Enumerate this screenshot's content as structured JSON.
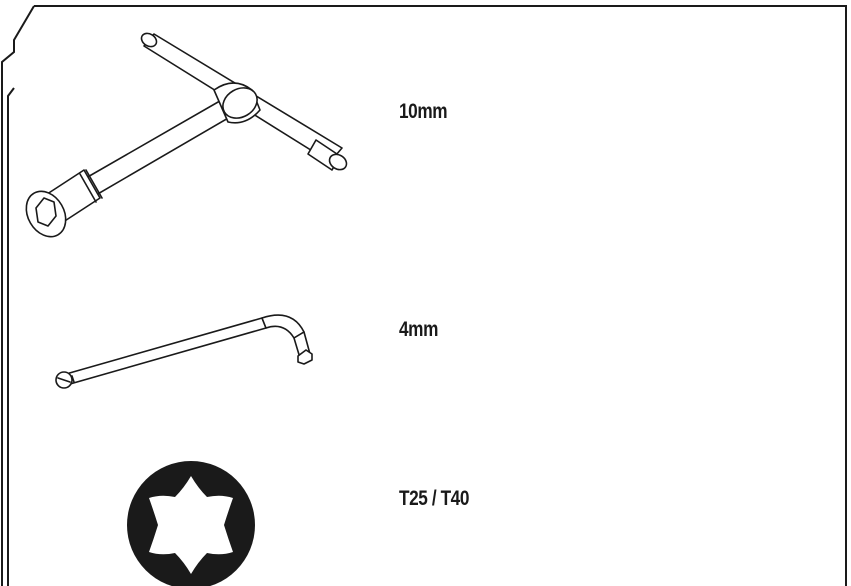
{
  "tools": [
    {
      "label": "10mm",
      "icon": "t-handle-socket-wrench-icon"
    },
    {
      "label": "4mm",
      "icon": "hex-allen-key-icon"
    },
    {
      "label": "T25 / T40",
      "icon": "torx-star-icon"
    }
  ],
  "colors": {
    "line": "#1a1a1a",
    "fill": "#ffffff",
    "text": "#1a1a1a"
  }
}
